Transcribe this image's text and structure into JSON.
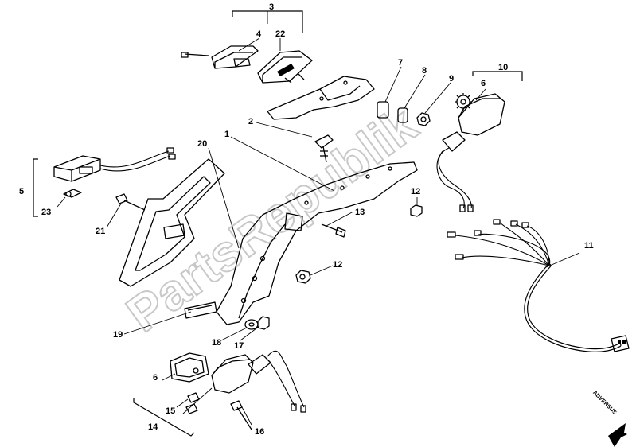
{
  "watermark": "PartsRepublik",
  "direction_mark": "ADVERSUS",
  "callouts": {
    "c1": "1",
    "c2": "2",
    "c3": "3",
    "c4": "4",
    "c5": "5",
    "c6a": "6",
    "c6b": "6",
    "c7": "7",
    "c8": "8",
    "c9": "9",
    "c10": "10",
    "c11": "11",
    "c12a": "12",
    "c12b": "12",
    "c13": "13",
    "c14": "14",
    "c15": "15",
    "c16": "16",
    "c17": "17",
    "c18": "18",
    "c19": "19",
    "c20": "20",
    "c21": "21",
    "c22": "22",
    "c23": "23"
  }
}
